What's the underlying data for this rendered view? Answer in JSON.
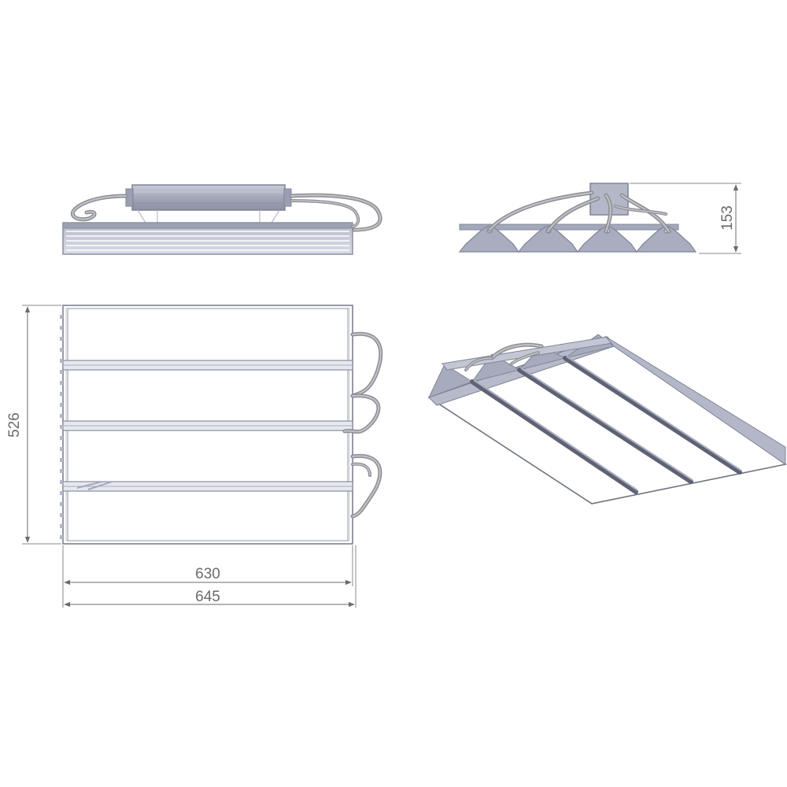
{
  "dimensions": {
    "width_inner": "630",
    "width_outer": "645",
    "depth": "526",
    "height": "153"
  },
  "colors": {
    "line": "#8a8e9c",
    "fill": "#a9adbf",
    "fill_dark": "#7f8496",
    "cable": "#9a9aa2",
    "dim": "#6b6b6b"
  }
}
